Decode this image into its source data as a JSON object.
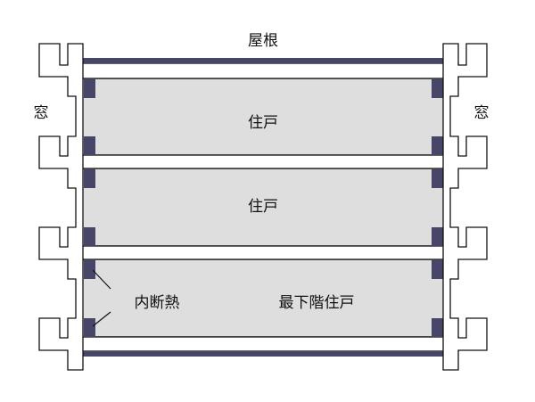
{
  "labels": {
    "roof": "屋根",
    "window_left": "窓",
    "window_right": "窓",
    "unit_upper": "住戸",
    "unit_middle": "住戸",
    "internal_insulation": "内断熱",
    "unit_lowest": "最下階住戸"
  },
  "colors": {
    "room_fill": "#dedede",
    "insulation": "#484668",
    "outline": "#111111",
    "background": "#ffffff"
  }
}
